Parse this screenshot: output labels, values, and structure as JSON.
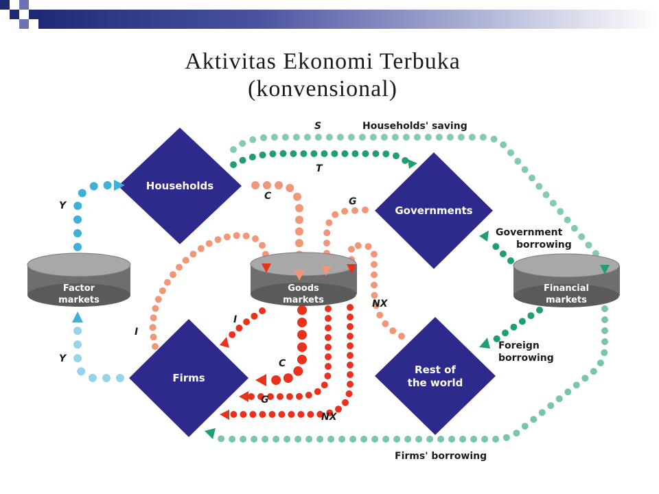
{
  "slide": {
    "title_line1": "Aktivitas  Ekonomi  Terbuka",
    "title_line2": "(konvensional)"
  },
  "colors": {
    "header_navy": "#1e2a78",
    "header_accent": "#6b73b5",
    "node_fill": "#2e2a8c",
    "cylinder_gray": "#6e6e6e",
    "cylinder_top": "#a8a8a8",
    "dot_blue": "#3fb1d8",
    "dot_salmon": "#f19777",
    "dot_red": "#e8321e",
    "dot_teal": "#1f9f6d"
  },
  "nodes": {
    "households": "Households",
    "governments": "Governments",
    "firms": "Firms",
    "rest_of_world_line1": "Rest of",
    "rest_of_world_line2": "the world",
    "factor_markets_line1": "Factor",
    "factor_markets_line2": "markets",
    "goods_markets_line1": "Goods",
    "goods_markets_line2": "markets",
    "financial_markets_line1": "Financial",
    "financial_markets_line2": "markets"
  },
  "flows": {
    "s": "S",
    "households_saving": "Households' saving",
    "t": "T",
    "c_top": "C",
    "g_top": "G",
    "y_top": "Y",
    "y_bottom": "Y",
    "i_left": "I",
    "i_mid": "I",
    "nx_right": "NX",
    "c_bottom": "C",
    "g_bottom": "G",
    "nx_bottom": "NX",
    "government_borrowing_line1": "Government",
    "government_borrowing_line2": "borrowing",
    "foreign_borrowing_line1": "Foreign",
    "foreign_borrowing_line2": "borrowing",
    "firms_borrowing": "Firms' borrowing"
  }
}
